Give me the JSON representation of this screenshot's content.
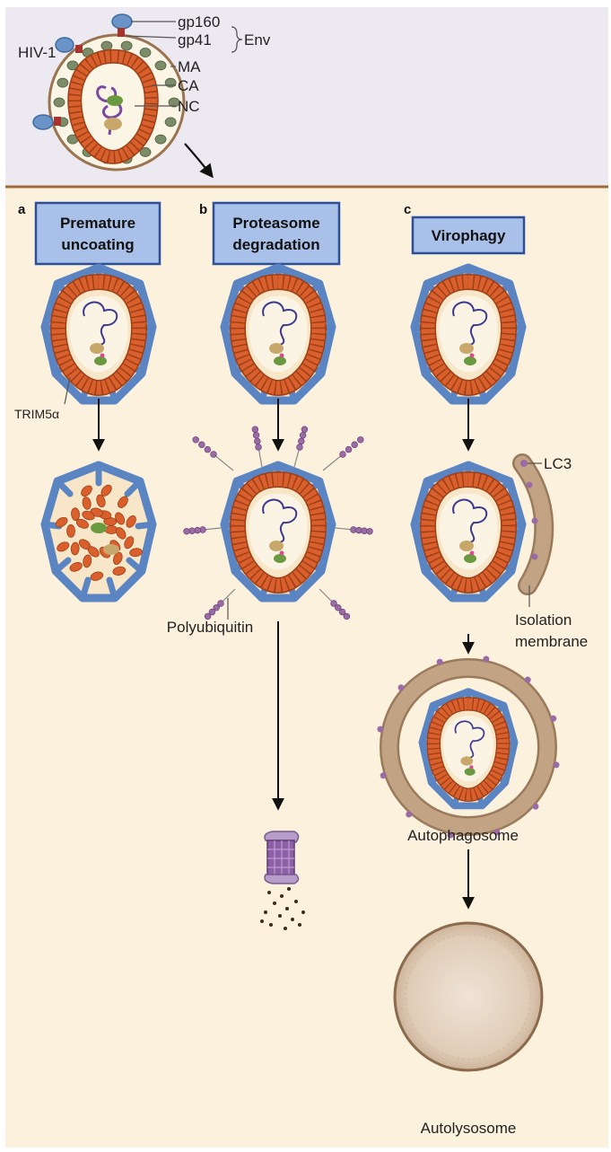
{
  "figure": {
    "colors": {
      "top_background": "#ece9f1",
      "panel_background": "#fbf1dd",
      "divider": "#a06a3a",
      "capsid_orange": "#d9602c",
      "trim5a_blue": "#5b84c2",
      "membrane_tan": "#b09275",
      "matrix_green": "#7c8c68",
      "gp160_blue": "#6a93c7",
      "gp41_red": "#a8322c",
      "ubiquitin_purple": "#9c6aa4",
      "title_box_fill": "#a9c0e8",
      "title_box_border": "#2c4f99"
    },
    "virion": {
      "gp160": "gp160",
      "gp41": "gp41",
      "env": "Env",
      "hiv": "HIV-1",
      "ma": "MA",
      "ca": "CA",
      "nc": "NC"
    },
    "panels": {
      "a": {
        "letter": "a",
        "title_line1": "Premature",
        "title_line2": "uncoating",
        "trim_label": "TRIM5α"
      },
      "b": {
        "letter": "b",
        "title_line1": "Proteasome",
        "title_line2": "degradation",
        "polyubiquitin": "Polyubiquitin"
      },
      "c": {
        "letter": "c",
        "title": "Virophagy",
        "lc3": "LC3",
        "isolation_line1": "Isolation",
        "isolation_line2": "membrane",
        "autophagosome": "Autophagosome",
        "autolysosome": "Autolysosome"
      }
    }
  }
}
